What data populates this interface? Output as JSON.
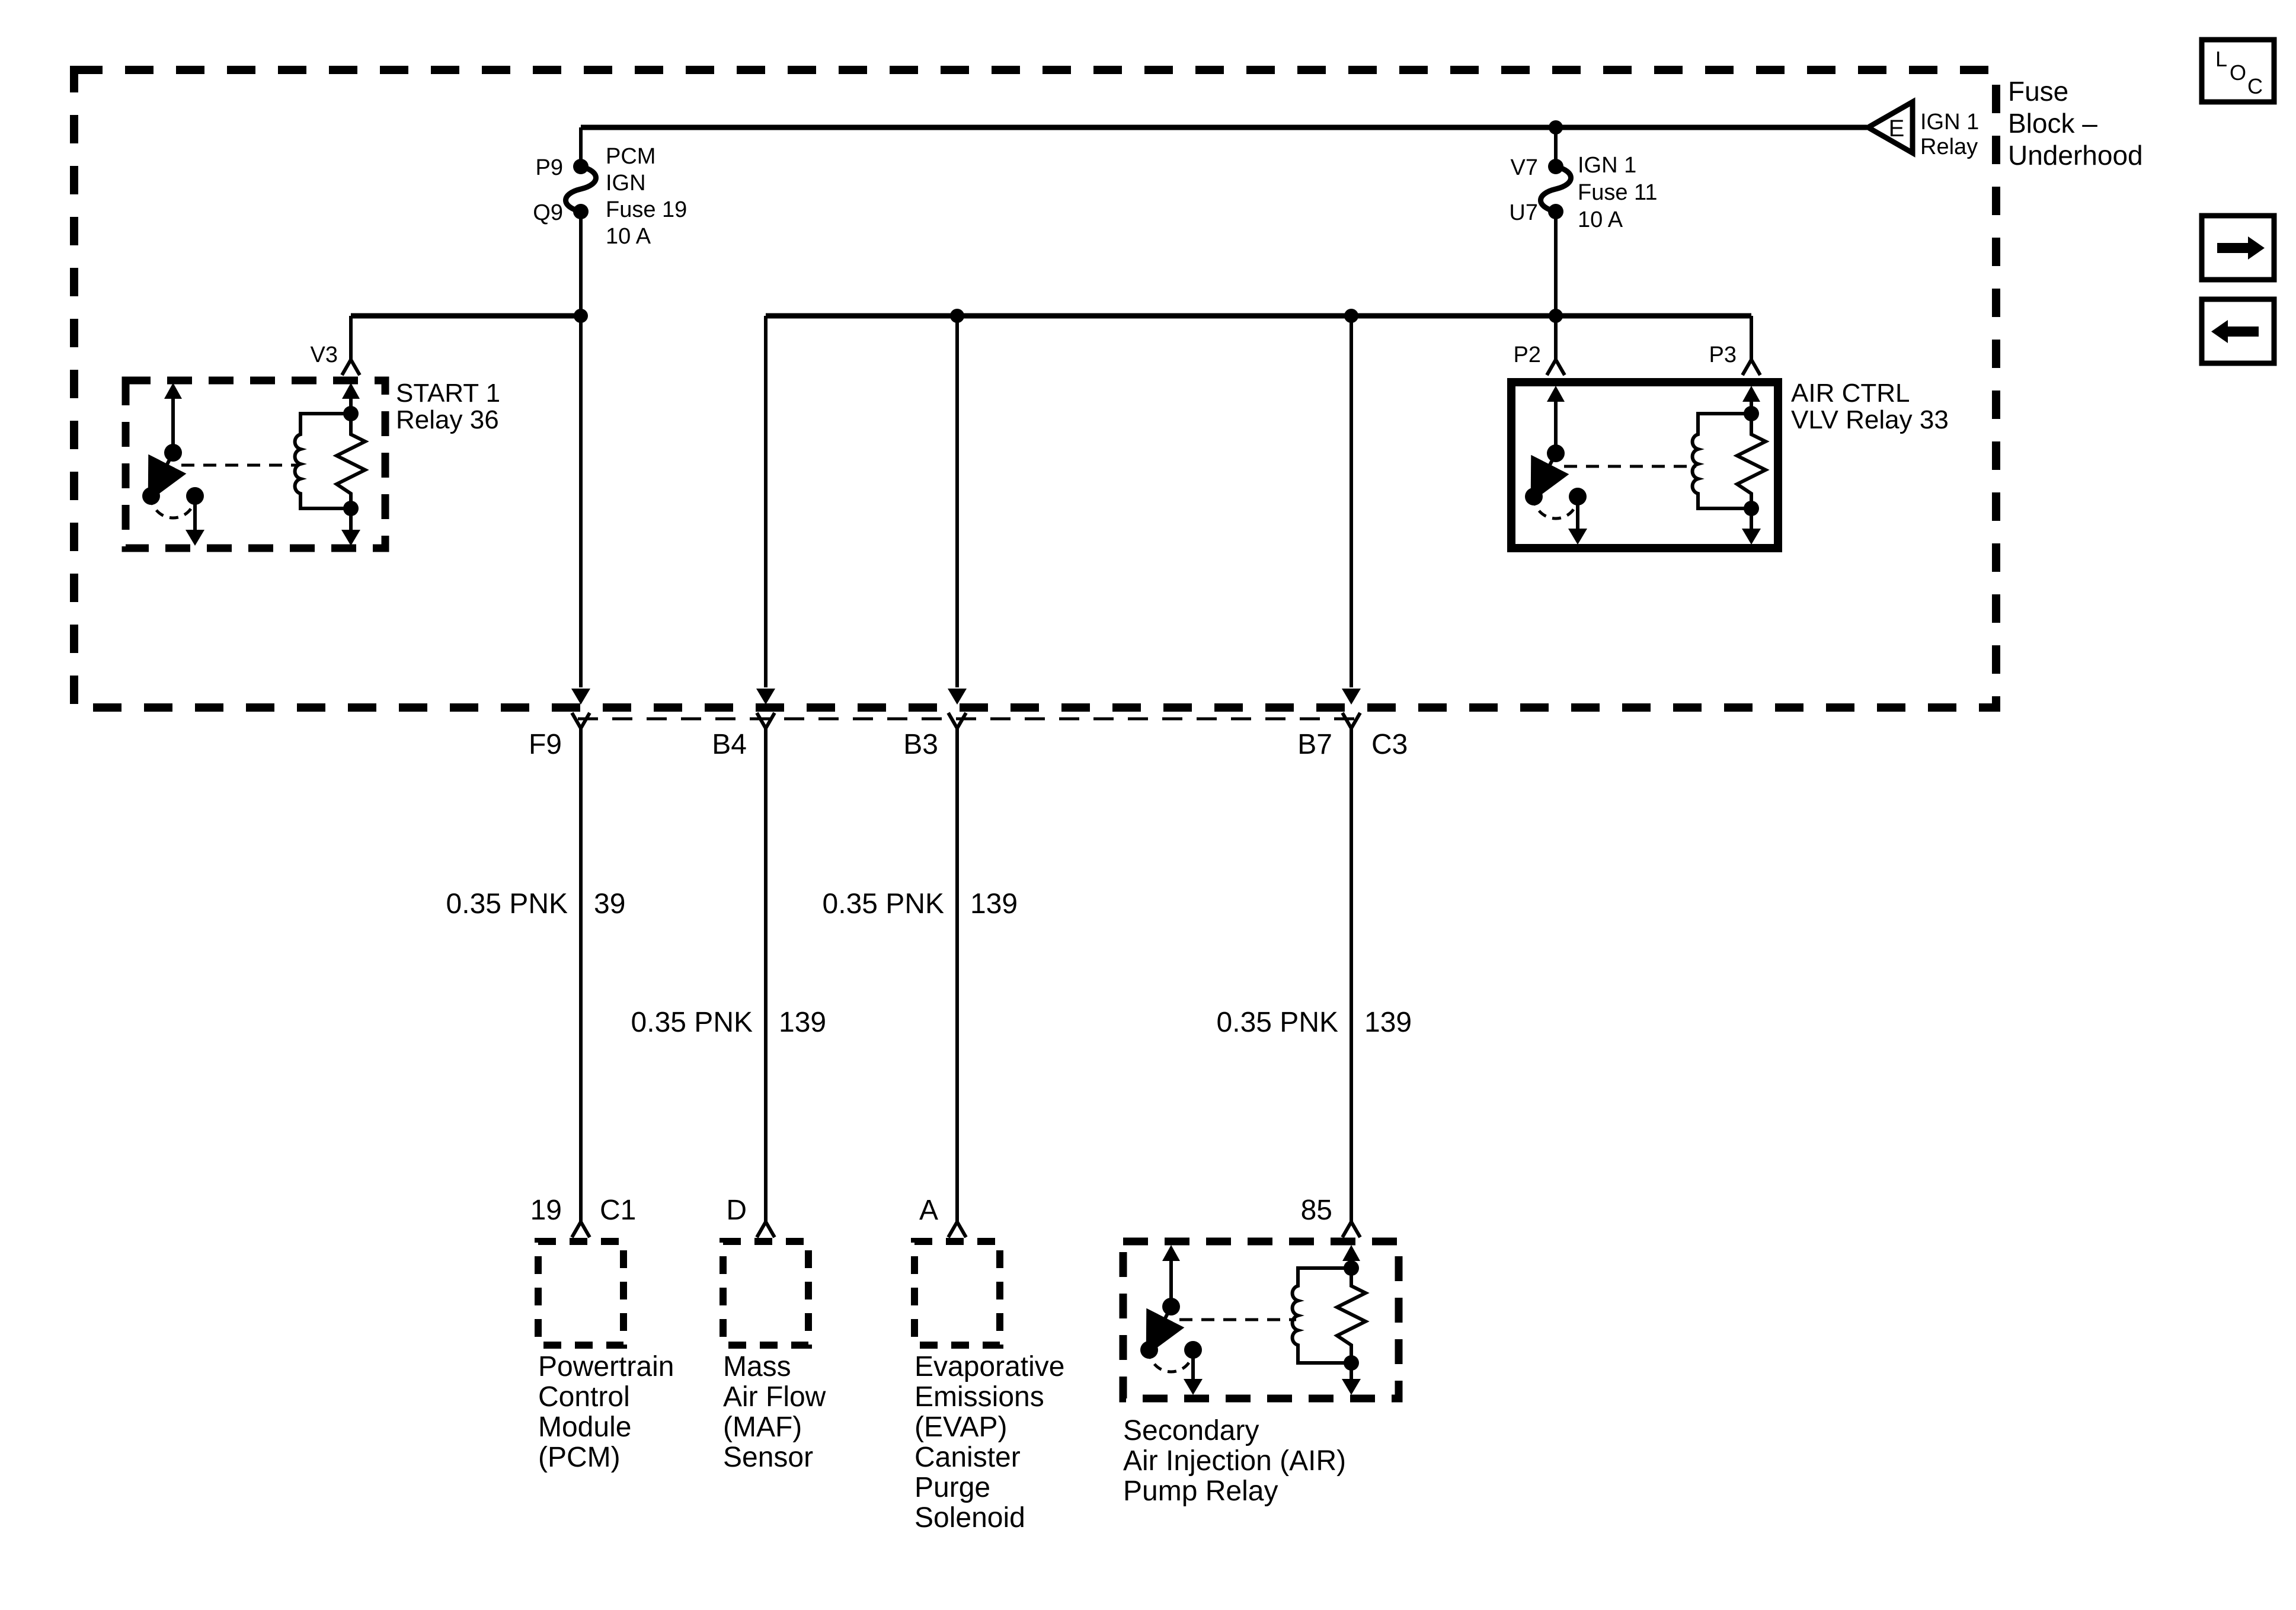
{
  "page": {
    "background": "#ffffff",
    "ink": "#000000"
  },
  "toolbar": {
    "loc_letters": [
      "L",
      "O",
      "C"
    ],
    "next_button": "right-arrow",
    "prev_button": "left-arrow"
  },
  "fuse_block": {
    "title_lines": [
      "Fuse",
      "Block –",
      "Underhood"
    ],
    "ign1_relay_tag": "E",
    "ign1_relay_lines": [
      "IGN 1",
      "Relay"
    ],
    "fuse19": {
      "pin_top": "P9",
      "pin_bottom": "Q9",
      "lines": [
        "PCM",
        "IGN",
        "Fuse 19",
        "10 A"
      ]
    },
    "fuse11": {
      "pin_top": "V7",
      "pin_bottom": "U7",
      "lines": [
        "IGN 1",
        "Fuse 11",
        "10 A"
      ]
    },
    "start_relay": {
      "pin": "V3",
      "lines": [
        "START 1",
        "Relay 36"
      ]
    },
    "air_ctrl_relay": {
      "pin_left": "P2",
      "pin_right": "P3",
      "lines": [
        "AIR CTRL",
        "VLV Relay 33"
      ]
    },
    "pins_bottom": {
      "f9": "F9",
      "b4": "B4",
      "b3": "B3",
      "b7": "B7",
      "c3": "C3"
    }
  },
  "wires": {
    "f9": {
      "gauge_color": "0.35 PNK",
      "circuit": "39"
    },
    "b4": {
      "gauge_color": "0.35 PNK",
      "circuit": "139"
    },
    "b3": {
      "gauge_color": "0.35 PNK",
      "circuit": "139"
    },
    "b7": {
      "gauge_color": "0.35 PNK",
      "circuit": "139"
    }
  },
  "components": {
    "pcm": {
      "pin_left": "19",
      "pin_right": "C1",
      "lines": [
        "Powertrain",
        "Control",
        "Module",
        "(PCM)"
      ]
    },
    "maf": {
      "pin": "D",
      "lines": [
        "Mass",
        "Air Flow",
        "(MAF)",
        "Sensor"
      ]
    },
    "evap": {
      "pin": "A",
      "lines": [
        "Evaporative",
        "Emissions",
        "(EVAP)",
        "Canister",
        "Purge",
        "Solenoid"
      ]
    },
    "air_pump_relay": {
      "pin": "85",
      "lines": [
        "Secondary",
        "Air Injection (AIR)",
        "Pump Relay"
      ]
    }
  }
}
